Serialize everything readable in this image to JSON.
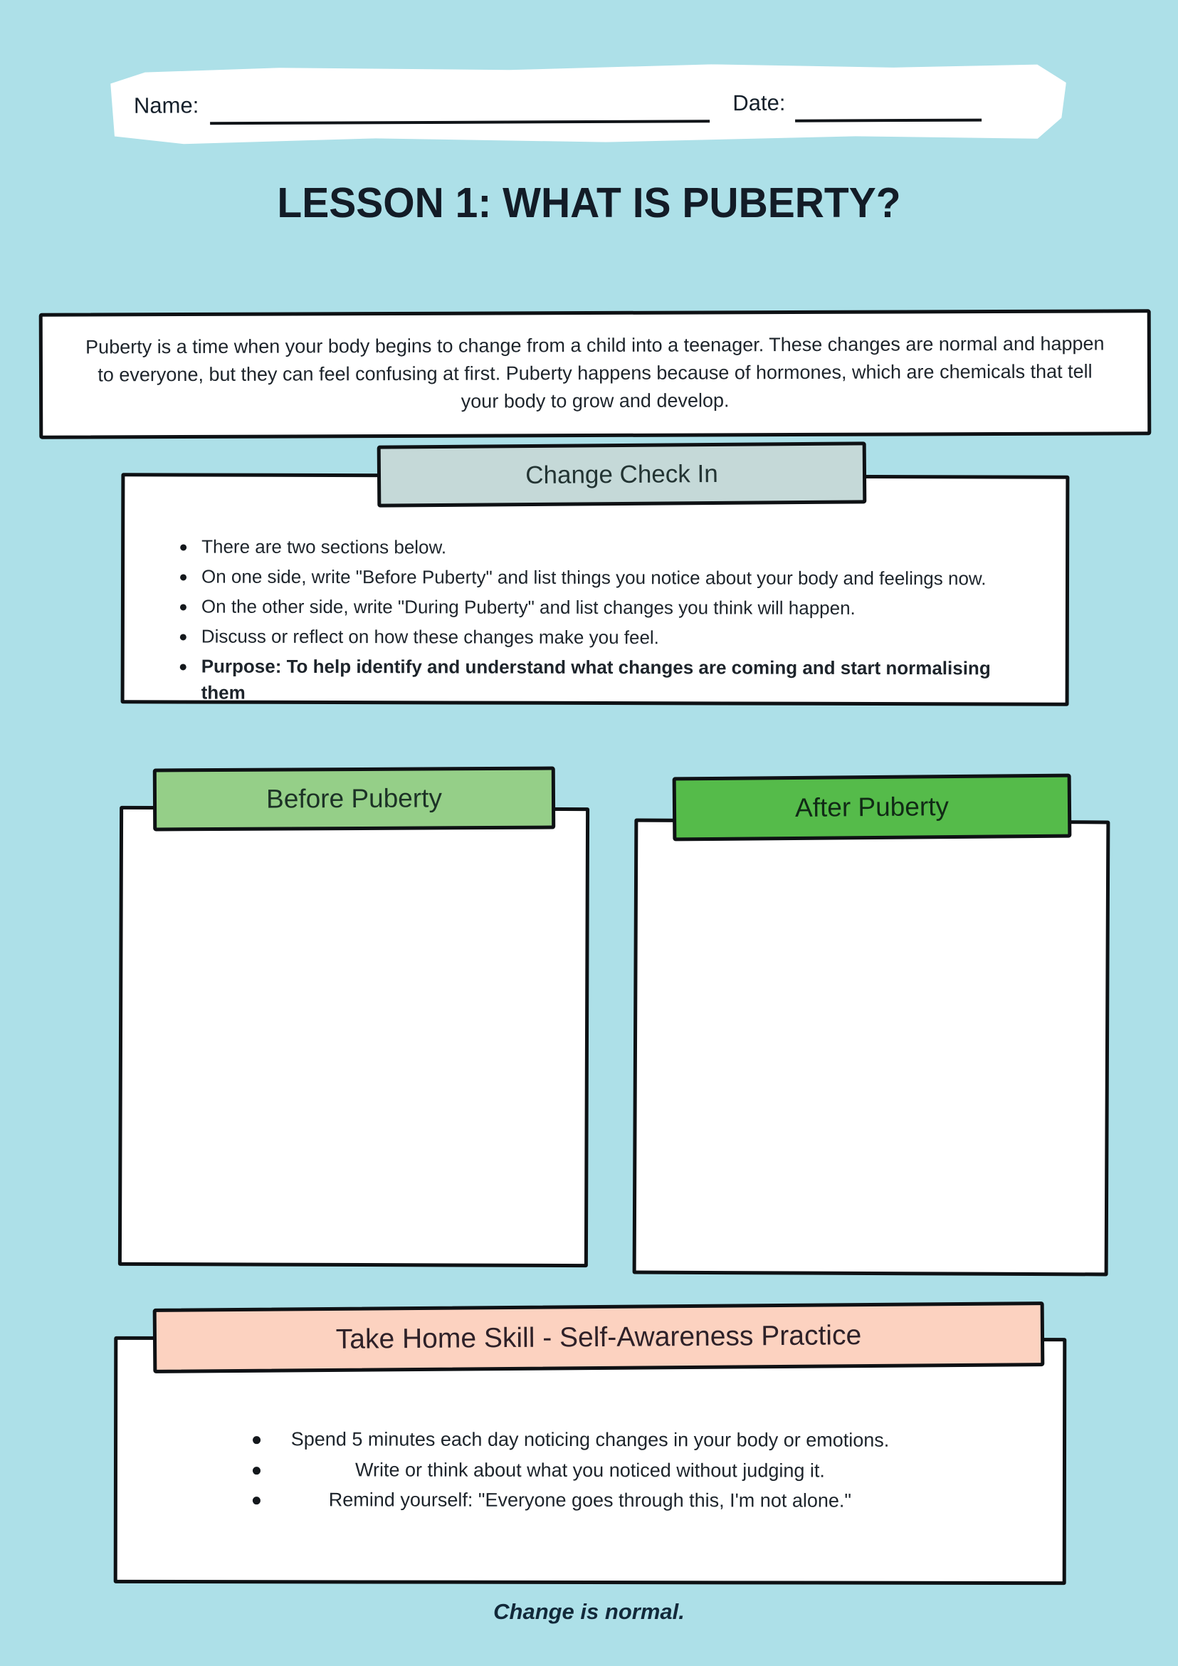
{
  "header": {
    "name_label": "Name:",
    "date_label": "Date:"
  },
  "title": "LESSON 1: WHAT IS PUBERTY?",
  "intro": {
    "text": "Puberty is a time when your body begins to change from a child into a teenager. These changes are normal and happen to everyone, but they can feel confusing at first. Puberty happens because of hormones, which are chemicals that tell your body to grow and develop."
  },
  "change_check_in": {
    "title": "Change Check In",
    "tab_color": "#c5d9d8",
    "bullets": [
      {
        "text": "There are two sections below."
      },
      {
        "text": "On one side, write \"Before Puberty\" and list things you notice about your body and feelings now."
      },
      {
        "text": "On the other side, write \"During Puberty\" and list changes you think will happen."
      },
      {
        "text": "Discuss or reflect on how these changes make you feel."
      },
      {
        "text": "Purpose: To help identify and understand what changes are coming and start normalising them"
      }
    ]
  },
  "before_section": {
    "title": "Before Puberty",
    "tab_color": "#95cf88"
  },
  "after_section": {
    "title": "After Puberty",
    "tab_color": "#55bb4a"
  },
  "take_home": {
    "title": "Take Home Skill - Self-Awareness Practice",
    "tab_color": "#fcd2c0",
    "bullets": [
      "Spend 5 minutes each day noticing changes in your body or emotions.",
      "Write or think about what you noticed without judging it.",
      "Remind yourself: \"Everyone goes through this, I'm not alone.\""
    ]
  },
  "footer": {
    "text": "Change is normal.",
    "background_color": "#ade0e8"
  }
}
